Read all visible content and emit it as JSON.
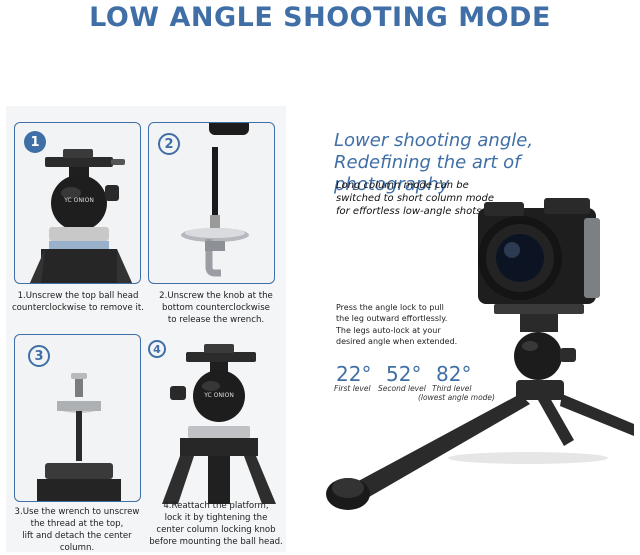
{
  "title": "LOW ANGLE SHOOTING MODE",
  "steps": [
    {
      "number": "1",
      "caption_line1": "1.Unscrew the top ball head",
      "caption_line2": "counterclockwise to remove it."
    },
    {
      "number": "2",
      "caption_line1": "2.Unscrew the knob at the",
      "caption_line2": "bottom counterclockwise",
      "caption_line3": "to release the wrench."
    },
    {
      "number": "3",
      "caption_line1": "3.Use the wrench to unscrew",
      "caption_line2": "the thread at the top,",
      "caption_line3": "lift and detach the center column."
    },
    {
      "number": "4",
      "caption_line1": "4.Reattach the platform,",
      "caption_line2": "lock it by tightening the",
      "caption_line3": "center column locking knob",
      "caption_line4": "before mounting the ball head."
    }
  ],
  "brand_text": "YC ONION",
  "headline_line1": "Lower shooting angle,",
  "headline_line2": "Redefining the art of photography",
  "subhead_line1": "Long column mode can be",
  "subhead_line2": "switched to short column mode",
  "subhead_line3": "for effortless low-angle shots.",
  "note1_line1": "Press the angle lock to pull",
  "note1_line2": "the leg outward effortlessly.",
  "note2_line1": "The legs auto-lock at your",
  "note2_line2": "desired angle when extended.",
  "angles": [
    {
      "value": "22°",
      "label": "First level"
    },
    {
      "value": "52°",
      "label": "Second level"
    },
    {
      "value": "82°",
      "label": "Third level",
      "sublabel": "(lowest angle mode)"
    }
  ],
  "colors": {
    "accent": "#3f6fa6",
    "panel": "#f4f5f6"
  }
}
